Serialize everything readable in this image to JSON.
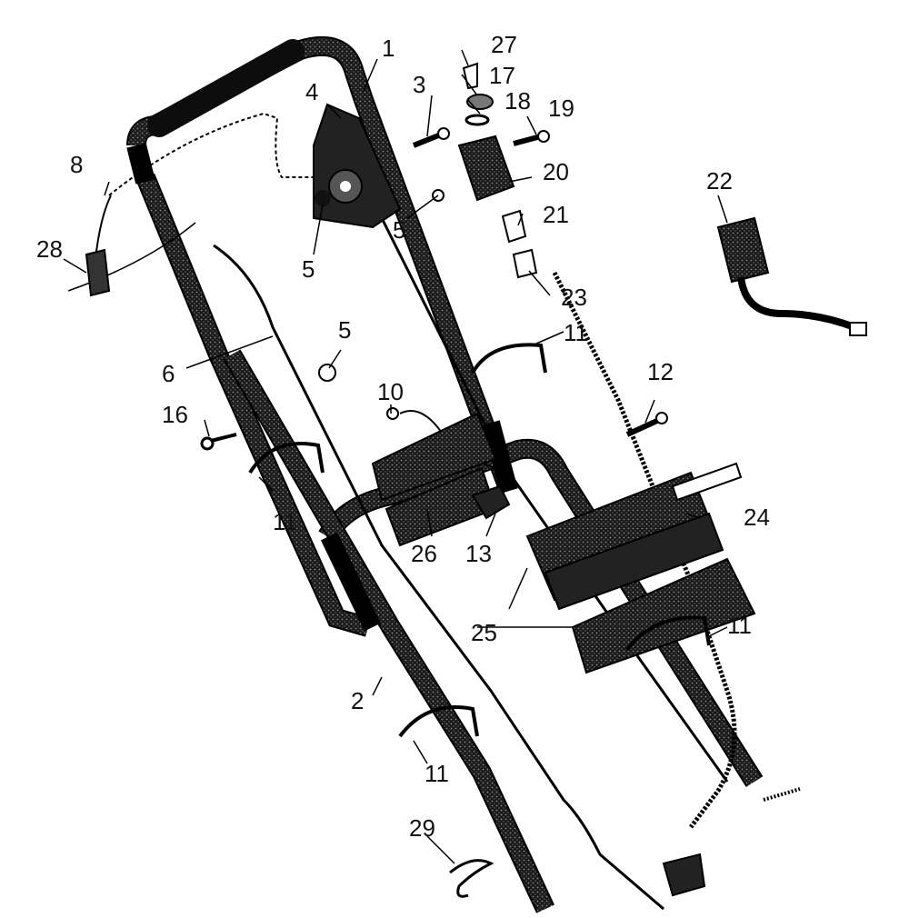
{
  "diagram": {
    "callouts": [
      {
        "id": "1",
        "text": "1"
      },
      {
        "id": "2",
        "text": "2"
      },
      {
        "id": "3",
        "text": "3"
      },
      {
        "id": "4",
        "text": "4"
      },
      {
        "id": "5a",
        "text": "5"
      },
      {
        "id": "5b",
        "text": "5"
      },
      {
        "id": "5c",
        "text": "5"
      },
      {
        "id": "6",
        "text": "6"
      },
      {
        "id": "8",
        "text": "8"
      },
      {
        "id": "10",
        "text": "10"
      },
      {
        "id": "11a",
        "text": "11"
      },
      {
        "id": "11b",
        "text": "11"
      },
      {
        "id": "11c",
        "text": "11"
      },
      {
        "id": "11d",
        "text": "11"
      },
      {
        "id": "12",
        "text": "12"
      },
      {
        "id": "13",
        "text": "13"
      },
      {
        "id": "16",
        "text": "16"
      },
      {
        "id": "17",
        "text": "17"
      },
      {
        "id": "18",
        "text": "18"
      },
      {
        "id": "19",
        "text": "19"
      },
      {
        "id": "20",
        "text": "20"
      },
      {
        "id": "21",
        "text": "21"
      },
      {
        "id": "22",
        "text": "22"
      },
      {
        "id": "23",
        "text": "23"
      },
      {
        "id": "24",
        "text": "24"
      },
      {
        "id": "25",
        "text": "25"
      },
      {
        "id": "26",
        "text": "26"
      },
      {
        "id": "27",
        "text": "27"
      },
      {
        "id": "28",
        "text": "28"
      },
      {
        "id": "29",
        "text": "29"
      }
    ],
    "colors": {
      "ink": "#111111",
      "tube_fill": "#3a3a3a",
      "grip_fill": "#0d0d0d",
      "paper": "#ffffff"
    }
  }
}
